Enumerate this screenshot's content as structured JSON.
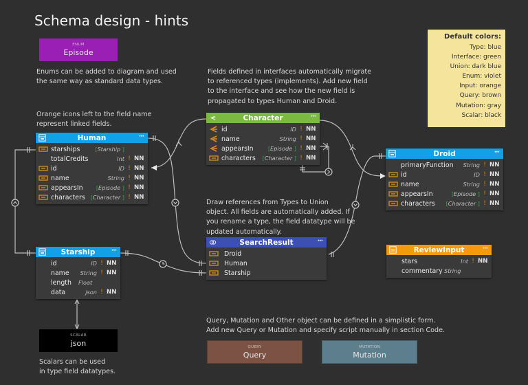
{
  "page": {
    "title": "Schema design - hints"
  },
  "colors": {
    "background": "#2f2f2f",
    "type": "#12a0e6",
    "interface": "#7cb940",
    "union": "#3c4fb5",
    "enum": "#9a1fb5",
    "input": "#f49a0c",
    "query": "#7b5244",
    "mutation": "#5d7e8c",
    "scalar": "#000000",
    "legend_bg": "#f5e49c"
  },
  "notes": {
    "enums": [
      "Enums can be added to diagram and used",
      "the same way as standard data types."
    ],
    "orange_icons": [
      "Orange icons left to the field name",
      "represent linked fields."
    ],
    "interfaces": [
      "Fields defined in interfaces automatically migrate",
      "to referenced types (implements). Add new field",
      "to the interface and see how the new field is",
      "propagated to types Human and Droid."
    ],
    "union": [
      "Draw references from Types to Union",
      "object. All fields are automatically added. If",
      "you rename a type, the field datatype will be",
      "updated automatically."
    ],
    "scalars": [
      "Scalars can be used",
      "in type field datatypes."
    ],
    "query_mutation": [
      "Query, Mutation and Other object can be defined in a simplistic form.",
      "Add new Query or Mutation and specify script manually in section Code."
    ]
  },
  "blocks": {
    "enum": {
      "kind": "ENUM",
      "name": "Episode"
    },
    "scalar": {
      "kind": "SCALAR",
      "name": "json"
    },
    "query": {
      "kind": "QUERY",
      "name": "Query"
    },
    "mutation": {
      "kind": "MUTATION",
      "name": "Mutation"
    }
  },
  "legend": {
    "title": "Default colors:",
    "items": [
      "Type: blue",
      "Interface: green",
      "Union: dark blue",
      "Enum: violet",
      "Input: orange",
      "Query: brown",
      "Mutation: gray",
      "Scalar: black"
    ]
  },
  "entities": {
    "human": {
      "name": "Human",
      "menu": "···",
      "fields": [
        {
          "name": "starships",
          "type": "Starship",
          "list": true,
          "nn": false,
          "linked": true,
          "icon": "link"
        },
        {
          "name": "totalCredits",
          "type": "Int",
          "list": false,
          "nn": true,
          "linked": false,
          "icon": ""
        },
        {
          "name": "id",
          "type": "ID",
          "list": false,
          "nn": true,
          "linked": true,
          "icon": "link"
        },
        {
          "name": "name",
          "type": "String",
          "list": false,
          "nn": true,
          "linked": true,
          "icon": "link"
        },
        {
          "name": "appearsIn",
          "type": "Episode",
          "list": true,
          "nn": true,
          "linked": true,
          "icon": "link"
        },
        {
          "name": "characters",
          "type": "Character",
          "list": true,
          "nn": true,
          "linked": true,
          "icon": "link"
        }
      ]
    },
    "character": {
      "name": "Character",
      "menu": "···",
      "fields": [
        {
          "name": "id",
          "type": "ID",
          "list": false,
          "nn": true,
          "icon": "interface"
        },
        {
          "name": "name",
          "type": "String",
          "list": false,
          "nn": true,
          "icon": "interface"
        },
        {
          "name": "appearsIn",
          "type": "Episode",
          "list": true,
          "nn": true,
          "icon": "interface"
        },
        {
          "name": "characters",
          "type": "Character",
          "list": true,
          "nn": true,
          "icon": "link"
        }
      ]
    },
    "droid": {
      "name": "Droid",
      "menu": "···",
      "fields": [
        {
          "name": "primaryFunction",
          "type": "String",
          "list": false,
          "nn": true,
          "icon": ""
        },
        {
          "name": "id",
          "type": "ID",
          "list": false,
          "nn": true,
          "icon": "link"
        },
        {
          "name": "name",
          "type": "String",
          "list": false,
          "nn": true,
          "icon": "link"
        },
        {
          "name": "appearsIn",
          "type": "Episode",
          "list": true,
          "nn": true,
          "icon": "link"
        },
        {
          "name": "characters",
          "type": "Character",
          "list": true,
          "nn": true,
          "icon": "link"
        }
      ]
    },
    "starship": {
      "name": "Starship",
      "menu": "···",
      "fields": [
        {
          "name": "id",
          "type": "ID",
          "list": false,
          "nn": true,
          "icon": ""
        },
        {
          "name": "name",
          "type": "String",
          "list": false,
          "nn": true,
          "icon": ""
        },
        {
          "name": "length",
          "type": "Float",
          "list": false,
          "nn": false,
          "icon": ""
        },
        {
          "name": "data",
          "type": "json",
          "list": false,
          "nn": true,
          "icon": ""
        }
      ]
    },
    "searchresult": {
      "name": "SearchResult",
      "menu": "···",
      "fields": [
        {
          "name": "Droid",
          "icon": "link"
        },
        {
          "name": "Human",
          "icon": "link"
        },
        {
          "name": "Starship",
          "icon": "link"
        }
      ]
    },
    "reviewinput": {
      "name": "ReviewInput",
      "menu": "···",
      "fields": [
        {
          "name": "stars",
          "type": "Int",
          "list": false,
          "nn": true,
          "icon": ""
        },
        {
          "name": "commentary",
          "type": "String",
          "list": false,
          "nn": false,
          "icon": ""
        }
      ]
    }
  },
  "labels": {
    "nn": "NN",
    "bang": "!",
    "lbr": "[",
    "rbr": "]"
  }
}
